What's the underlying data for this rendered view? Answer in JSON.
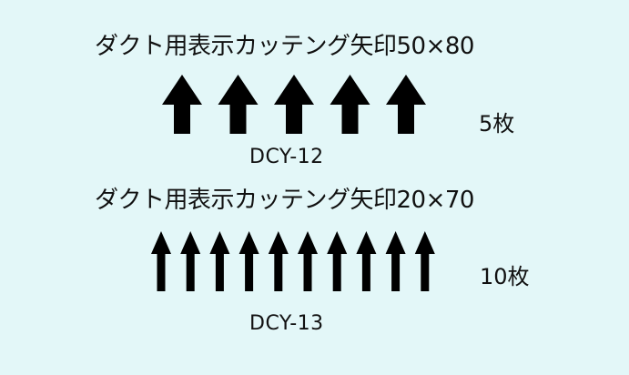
{
  "products": [
    {
      "title": "ダクト用表示カッテング矢印50×80",
      "code": "DCY-12",
      "count_label": "5枚",
      "arrow_count": 5,
      "arrow_color": "#000000",
      "background_color": "#e3f7f8"
    },
    {
      "title": "ダクト用表示カッテング矢印20×70",
      "code": "DCY-13",
      "count_label": "10枚",
      "arrow_count": 10,
      "arrow_color": "#000000",
      "background_color": "#e3f7f8"
    }
  ]
}
